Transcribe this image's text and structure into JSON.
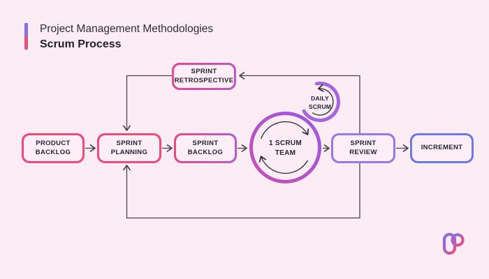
{
  "header": {
    "category": "Project Management Methodologies",
    "title": "Scrum Process"
  },
  "nodes": {
    "product_backlog": {
      "line1": "PRODUCT",
      "line2": "BACKLOG"
    },
    "sprint_planning": {
      "line1": "SPRINT",
      "line2": "PLANNING"
    },
    "sprint_backlog": {
      "line1": "SPRINT",
      "line2": "BACKLOG"
    },
    "scrum_team": {
      "line1": "1 SCRUM",
      "line2": "TEAM"
    },
    "daily_scrum": {
      "line1": "DAILY",
      "line2": "SCRUM"
    },
    "sprint_review": {
      "line1": "SPRINT",
      "line2": "REVIEW"
    },
    "increment": {
      "line1": "INCREMENT"
    },
    "sprint_retrospective": {
      "line1": "SPRINT",
      "line2": "RETROSPECTIVE"
    }
  },
  "edges": [
    {
      "from": "PRODUCT BACKLOG",
      "to": "SPRINT PLANNING"
    },
    {
      "from": "SPRINT PLANNING",
      "to": "SPRINT BACKLOG"
    },
    {
      "from": "SPRINT BACKLOG",
      "to": "1 SCRUM TEAM"
    },
    {
      "from": "1 SCRUM TEAM",
      "to": "SPRINT REVIEW"
    },
    {
      "from": "SPRINT REVIEW",
      "to": "INCREMENT"
    },
    {
      "from": "SPRINT REVIEW",
      "to": "SPRINT RETROSPECTIVE"
    },
    {
      "from": "SPRINT RETROSPECTIVE",
      "to": "SPRINT PLANNING"
    },
    {
      "from": "SPRINT REVIEW",
      "to": "SPRINT PLANNING"
    },
    {
      "from": "1 SCRUM TEAM",
      "to": "1 SCRUM TEAM",
      "note": "clockwise cycle arrows"
    },
    {
      "from": "DAILY SCRUM",
      "to": "DAILY SCRUM",
      "note": "counterclockwise cycle arrow"
    }
  ],
  "colors": {
    "background": "#fcecf3",
    "accent_bar_top": "#8472e8",
    "accent_bar_bottom": "#e5527d",
    "pink_border": "#f0497a",
    "magenta_gradient": [
      "#e84a84",
      "#b55bca"
    ],
    "retrospective_gradient": [
      "#e14b92",
      "#c254c4"
    ],
    "review_border": "#9579e8",
    "increment_border": "#6e79e8",
    "team_ring_gradient": [
      "#c84fb0",
      "#9b59e4"
    ],
    "daily_arc": "#a766e0",
    "connector": "#4a444e",
    "text": "#262233"
  },
  "logo": "gradient-brand-mark"
}
